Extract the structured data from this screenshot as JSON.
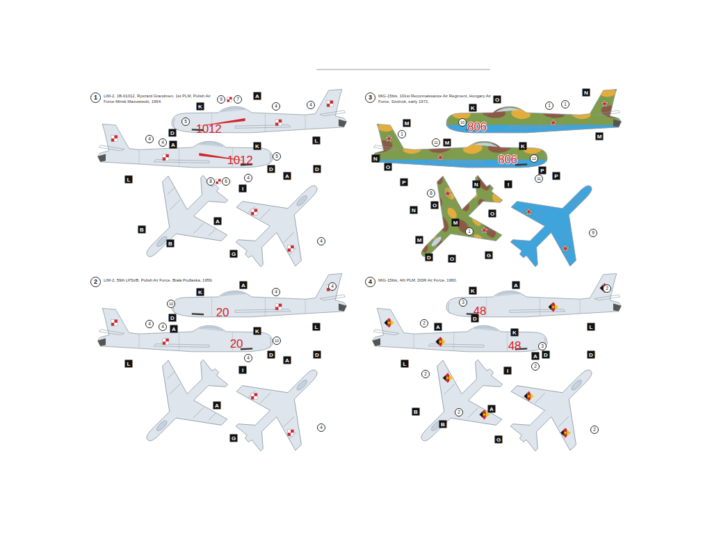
{
  "diagram": {
    "nodes": [
      {
        "text": [
          "1",
          "LIM-2, 1B-01012, Ryszard Grandmen, 1st PLM, Polish Air Force Mińsk Mazowiecki, 1954."
        ]
      },
      {
        "text": [
          "2",
          "LIM-2, 59th LPSzB, Polish Air Force, Biała Podlaska, 1959."
        ]
      },
      {
        "text": [
          "3",
          "MiG-15bis, 101st Reconnaissance Air Regiment, Hungary Air Force, Szolnok, early 1972."
        ]
      },
      {
        "text": [
          "4",
          "MiG-15bis, 4th PLM, DDR Air Force, 1960."
        ]
      }
    ],
    "labels": [
      "9",
      "7",
      "A",
      "4",
      "4",
      "K",
      "5",
      "1012",
      "D",
      "L",
      "4",
      "4",
      "A",
      "K",
      "5",
      "1012",
      "D",
      "8",
      "6",
      "L",
      "4",
      "I",
      "A",
      "D",
      "B",
      "B",
      "A",
      "G",
      "4",
      "K",
      "A",
      "4",
      "4",
      "10",
      "20",
      "D",
      "L",
      "4",
      "4",
      "A",
      "K",
      "20",
      "10",
      "L",
      "D",
      "I",
      "4",
      "A",
      "D",
      "A",
      "G",
      "4",
      "N",
      "O",
      "K",
      "1",
      "1",
      "10",
      "806",
      "M",
      "1",
      "11",
      "M",
      "N",
      "O",
      "P",
      "K",
      "806",
      "12",
      "P",
      "M",
      "N",
      "8",
      "N",
      "O",
      "O",
      "M",
      "1",
      "M",
      "D",
      "O",
      "G",
      "I",
      "11",
      "P",
      "9",
      "K",
      "A",
      "2",
      "3",
      "48",
      "D",
      "L",
      "2",
      "A",
      "K",
      "48",
      "3",
      "D",
      "L",
      "2",
      "B",
      "B",
      "2",
      "A",
      "G",
      "I",
      "2",
      "A",
      "D",
      "2"
    ]
  }
}
